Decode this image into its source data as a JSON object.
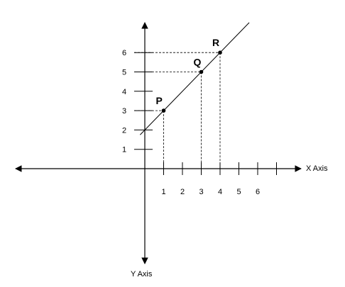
{
  "axes": {
    "x_label": "X Axis",
    "y_label": "Y Axis",
    "x_ticks": [
      "1",
      "2",
      "3",
      "4",
      "5",
      "6"
    ],
    "y_ticks": [
      "1",
      "2",
      "3",
      "4",
      "5",
      "6"
    ]
  },
  "line": {
    "slope": 1,
    "intercept": 2
  },
  "points": [
    {
      "label": "P",
      "x": 1,
      "y": 3
    },
    {
      "label": "Q",
      "x": 3,
      "y": 5
    },
    {
      "label": "R",
      "x": 4,
      "y": 6
    }
  ],
  "colors": {
    "ink": "#000000",
    "background": "#ffffff"
  }
}
